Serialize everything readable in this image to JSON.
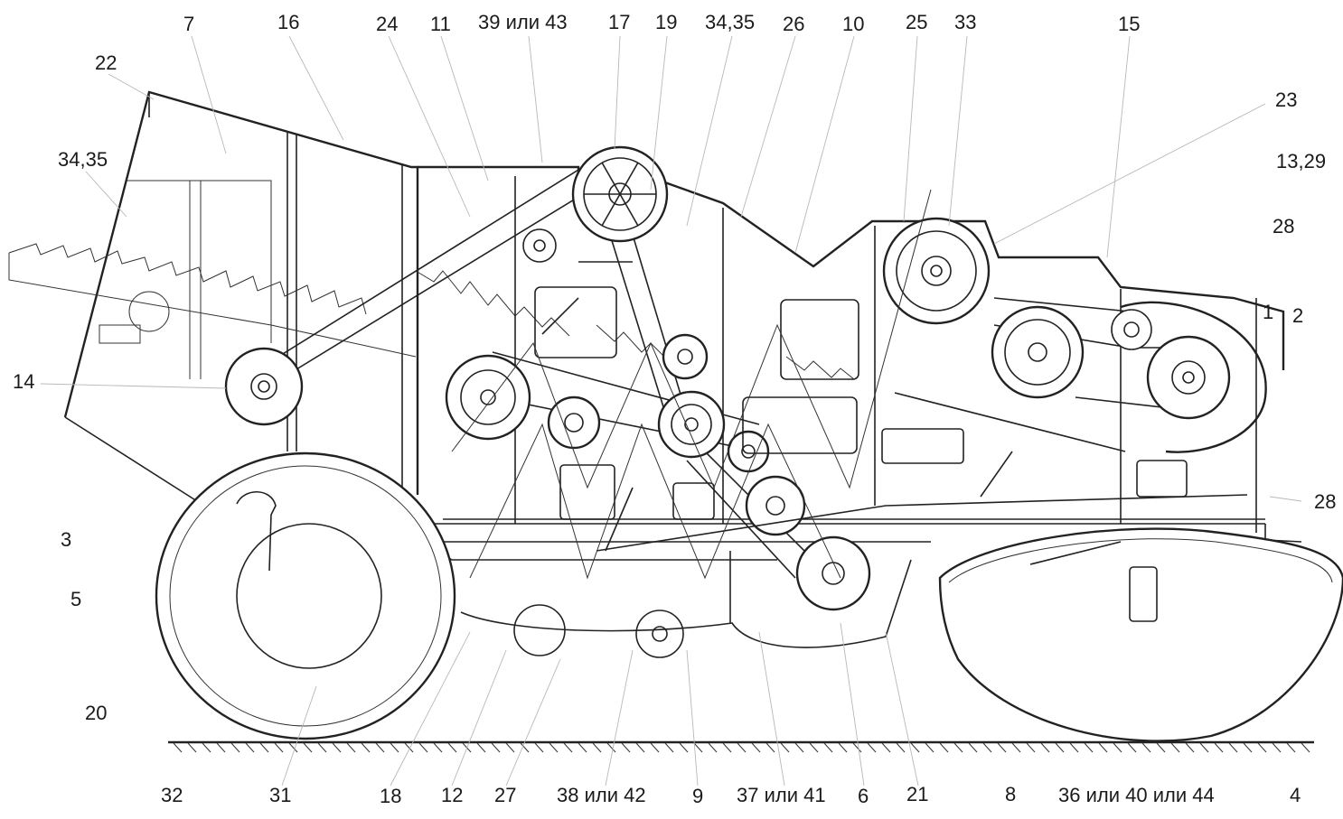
{
  "callouts": {
    "top": [
      "7",
      "16",
      "24",
      "11",
      "39 или 43",
      "17",
      "19",
      "34,35",
      "26",
      "10",
      "25",
      "33",
      "15"
    ],
    "left": [
      "22",
      "34,35",
      "14",
      "3",
      "5",
      "20"
    ],
    "right": [
      "23",
      "13,29",
      "28",
      "1",
      "2",
      "28"
    ],
    "bottom": [
      "32",
      "31",
      "18",
      "12",
      "27",
      "38 или 42",
      "9",
      "37 или 41",
      "6",
      "21",
      "8",
      "36 или 40 или 44",
      "4"
    ]
  }
}
